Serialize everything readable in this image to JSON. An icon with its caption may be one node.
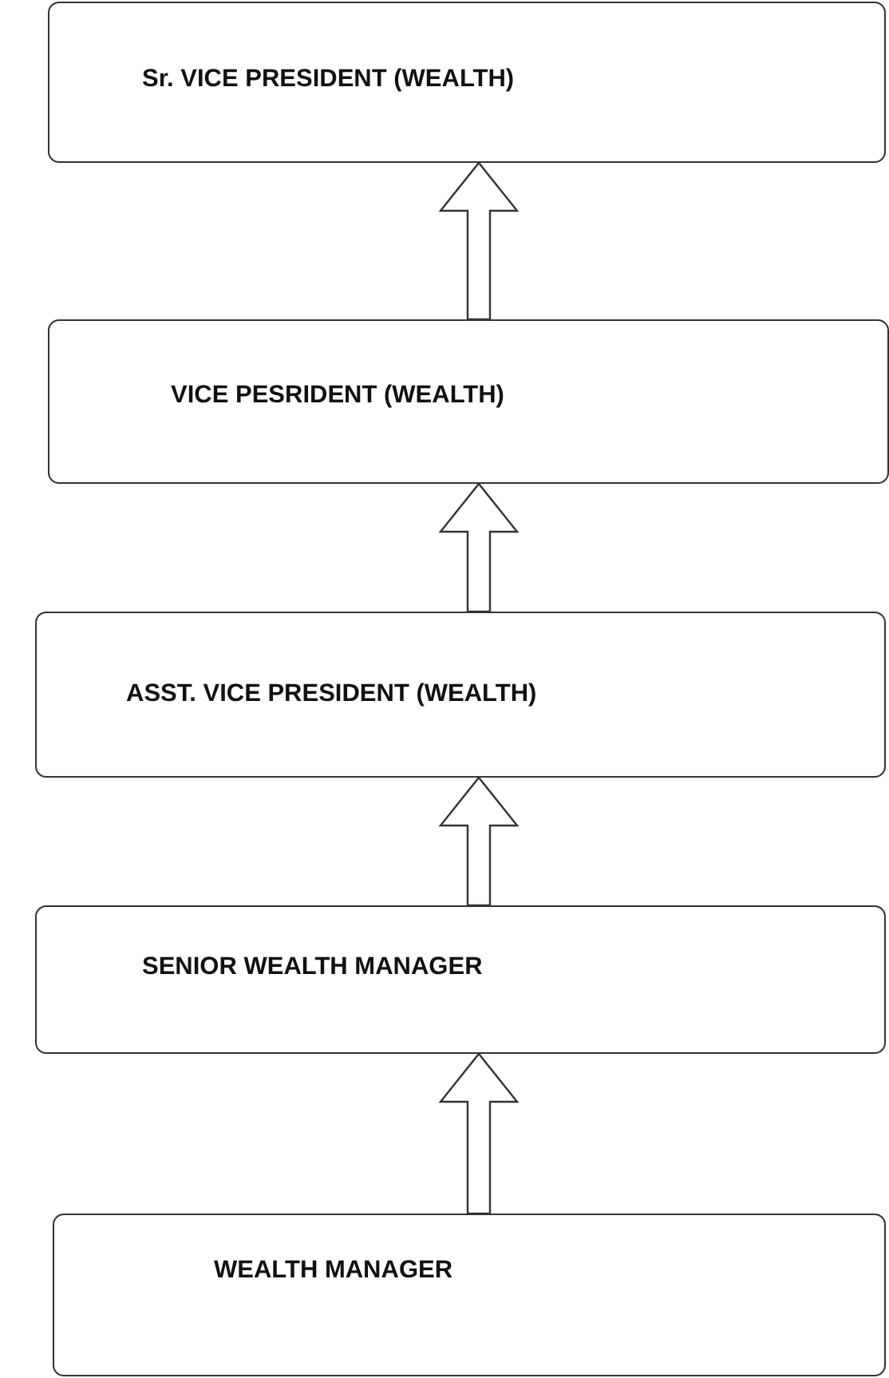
{
  "diagram": {
    "nodes": [
      {
        "text": [
          "Sr. VICE PRESIDENT (WEALTH)"
        ]
      },
      {
        "text": [
          "VICE PESRIDENT (WEALTH)"
        ]
      },
      {
        "text": [
          "ASST. VICE PRESIDENT (WEALTH)"
        ]
      },
      {
        "text": [
          "SENIOR WEALTH MANAGER"
        ]
      },
      {
        "text": [
          "WEALTH MANAGER"
        ]
      }
    ],
    "edges": [
      {
        "from": 4,
        "to": 3,
        "arrow": "to"
      },
      {
        "from": 3,
        "to": 2,
        "arrow": "to"
      },
      {
        "from": 2,
        "to": 1,
        "arrow": "to"
      },
      {
        "from": 1,
        "to": 0,
        "arrow": "to"
      }
    ]
  }
}
